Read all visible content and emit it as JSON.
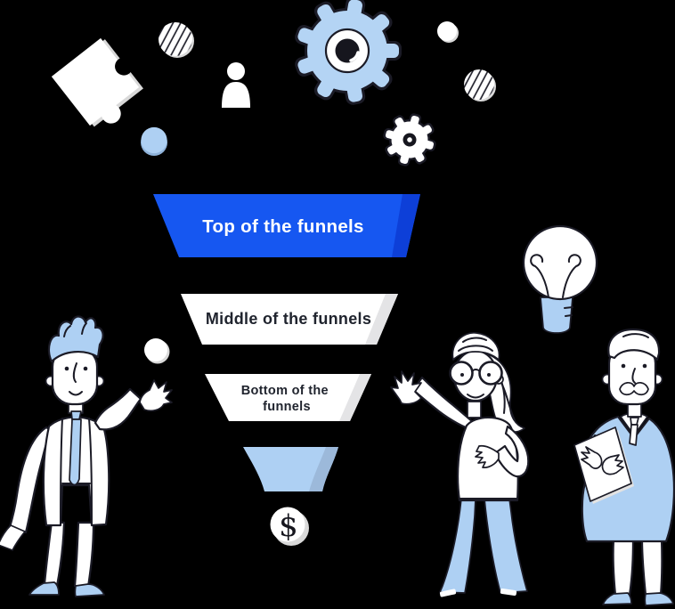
{
  "illustration": {
    "background_color": "#000000",
    "funnel": {
      "stages": [
        {
          "id": "top",
          "label": "Top of the funnels",
          "fill": "#1657f1",
          "shade": "#0d3fd8",
          "text_color": "#ffffff"
        },
        {
          "id": "middle",
          "label": "Middle of the funnels",
          "fill": "#ffffff",
          "shade": "#e4e4e6",
          "text_color": "#20242e"
        },
        {
          "id": "bottom",
          "label": "Bottom of the funnels",
          "lines": [
            "Bottom of the",
            "funnels"
          ],
          "fill": "#ffffff",
          "shade": "#e4e4e6",
          "text_color": "#20242e"
        }
      ],
      "spout": {
        "fill": "#aed0f3",
        "shade": "#9cb9da"
      },
      "coin": {
        "symbol": "$",
        "fill": "#ffffff"
      }
    },
    "decorations": [
      {
        "name": "puzzle-piece-icon",
        "color": "#ffffff"
      },
      {
        "name": "striped-circle-icon-left",
        "color": "#ffffff"
      },
      {
        "name": "user-silhouette-icon",
        "color": "#ffffff"
      },
      {
        "name": "blue-dot",
        "color": "#aed0f3"
      },
      {
        "name": "large-gear-icon",
        "color": "#b4d4f4"
      },
      {
        "name": "small-gear-icon",
        "color": "#ffffff"
      },
      {
        "name": "white-dot",
        "color": "#ffffff"
      },
      {
        "name": "striped-circle-icon-right",
        "color": "#ffffff"
      },
      {
        "name": "lightbulb-icon",
        "color": "#ffffff"
      },
      {
        "name": "juggling-ball",
        "color": "#ffffff"
      }
    ],
    "people": [
      {
        "name": "man-with-tie-waving",
        "hair_color": "#aed0f3",
        "tie_color": "#aed0f3"
      },
      {
        "name": "woman-with-glasses-waving",
        "pants_color": "#aed0f3"
      },
      {
        "name": "man-holding-document",
        "sweater_color": "#aed0f3"
      }
    ],
    "palette": {
      "accent_blue": "#1657f1",
      "accent_blue_shade": "#0d3fd8",
      "light_blue": "#aed0f3",
      "light_blue_shade": "#9cb9da",
      "outline": "#1b1b26",
      "white": "#ffffff",
      "gray_shadow": "#dcdcdc"
    }
  }
}
